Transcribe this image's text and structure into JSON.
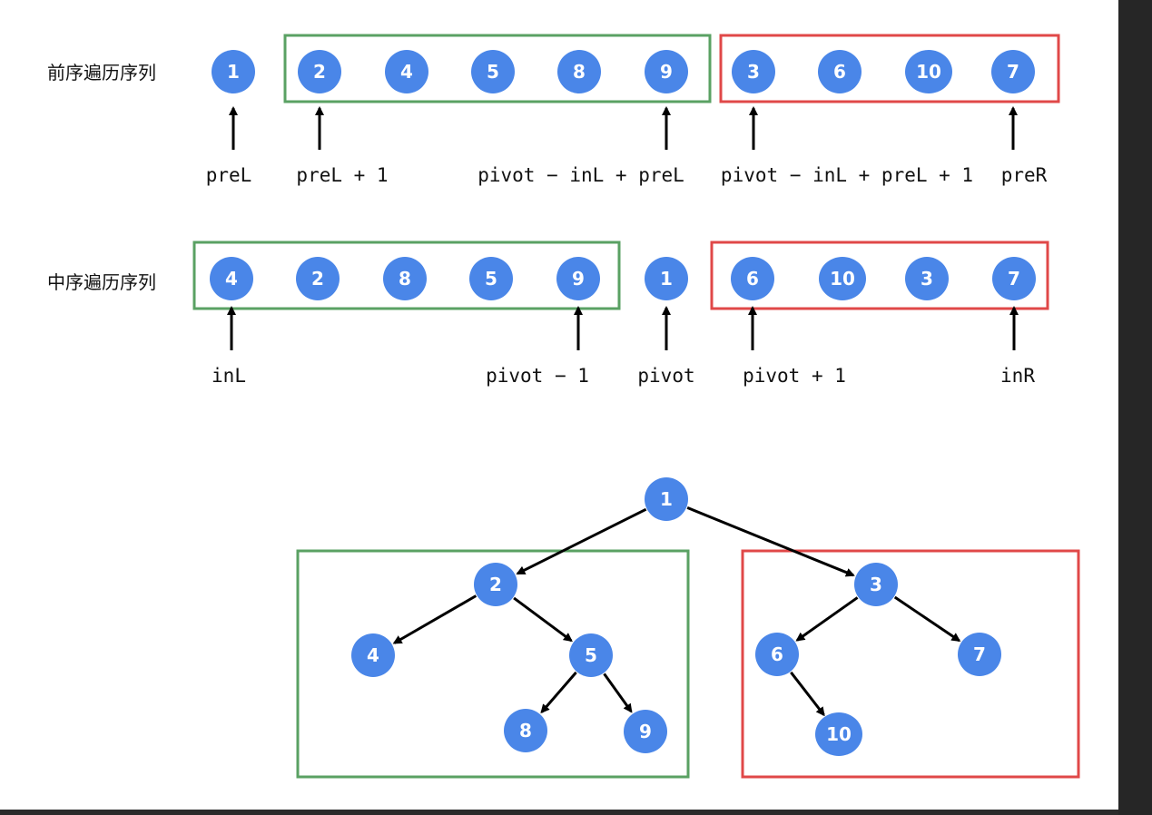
{
  "colors": {
    "node": "#4a86e8",
    "left_group": "#5aa163",
    "right_group": "#e04848",
    "arrow": "#000000"
  },
  "preorder": {
    "title": "前序遍历序列",
    "nodes": [
      "1",
      "2",
      "4",
      "5",
      "8",
      "9",
      "3",
      "6",
      "10",
      "7"
    ],
    "pointers": [
      {
        "index": 0,
        "label": "preL"
      },
      {
        "index": 1,
        "label": "preL + 1"
      },
      {
        "index": 5,
        "label": "pivot - inL + preL"
      },
      {
        "index": 6,
        "label": "pivot - inL + preL + 1"
      },
      {
        "index": 9,
        "label": "preR"
      }
    ]
  },
  "inorder": {
    "title": "中序遍历序列",
    "nodes": [
      "4",
      "2",
      "8",
      "5",
      "9",
      "1",
      "6",
      "10",
      "3",
      "7"
    ],
    "pointers": [
      {
        "index": 0,
        "label": "inL"
      },
      {
        "index": 4,
        "label": "pivot - 1"
      },
      {
        "index": 5,
        "label": "pivot"
      },
      {
        "index": 6,
        "label": "pivot + 1"
      },
      {
        "index": 9,
        "label": "inR"
      }
    ]
  },
  "tree": {
    "nodes": [
      "1",
      "2",
      "3",
      "4",
      "5",
      "8",
      "9",
      "6",
      "10",
      "7"
    ],
    "edges": [
      [
        "1",
        "2"
      ],
      [
        "1",
        "3"
      ],
      [
        "2",
        "4"
      ],
      [
        "2",
        "5"
      ],
      [
        "5",
        "8"
      ],
      [
        "5",
        "9"
      ],
      [
        "3",
        "6"
      ],
      [
        "3",
        "7"
      ],
      [
        "6",
        "10"
      ]
    ],
    "left_group": [
      "2",
      "4",
      "5",
      "8",
      "9"
    ],
    "right_group": [
      "3",
      "6",
      "10",
      "7"
    ]
  }
}
